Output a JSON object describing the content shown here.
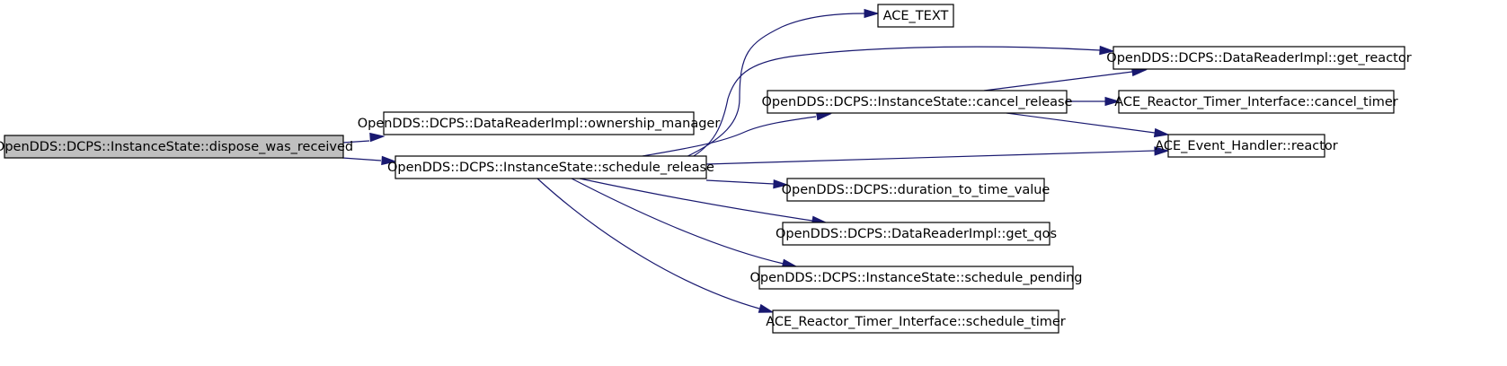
{
  "graph": {
    "edge_color": "#191970",
    "root_fill": "#bfbfbf",
    "nodes": [
      {
        "id": "dispose_was_received",
        "label": "OpenDDS::DCPS::InstanceState::dispose_was_received",
        "root": true
      },
      {
        "id": "ownership_manager",
        "label": "OpenDDS::DCPS::DataReaderImpl::ownership_manager"
      },
      {
        "id": "schedule_release",
        "label": "OpenDDS::DCPS::InstanceState::schedule_release"
      },
      {
        "id": "ace_text",
        "label": "ACE_TEXT"
      },
      {
        "id": "get_reactor",
        "label": "OpenDDS::DCPS::DataReaderImpl::get_reactor"
      },
      {
        "id": "cancel_release",
        "label": "OpenDDS::DCPS::InstanceState::cancel_release"
      },
      {
        "id": "cancel_timer",
        "label": "ACE_Reactor_Timer_Interface::cancel_timer"
      },
      {
        "id": "reactor",
        "label": "ACE_Event_Handler::reactor"
      },
      {
        "id": "duration_to_time_value",
        "label": "OpenDDS::DCPS::duration_to_time_value"
      },
      {
        "id": "get_qos",
        "label": "OpenDDS::DCPS::DataReaderImpl::get_qos"
      },
      {
        "id": "schedule_pending",
        "label": "OpenDDS::DCPS::InstanceState::schedule_pending"
      },
      {
        "id": "schedule_timer",
        "label": "ACE_Reactor_Timer_Interface::schedule_timer"
      }
    ],
    "edges": [
      {
        "from": "dispose_was_received",
        "to": "ownership_manager"
      },
      {
        "from": "dispose_was_received",
        "to": "schedule_release"
      },
      {
        "from": "schedule_release",
        "to": "ace_text"
      },
      {
        "from": "schedule_release",
        "to": "get_reactor"
      },
      {
        "from": "schedule_release",
        "to": "cancel_release"
      },
      {
        "from": "schedule_release",
        "to": "reactor"
      },
      {
        "from": "schedule_release",
        "to": "duration_to_time_value"
      },
      {
        "from": "schedule_release",
        "to": "get_qos"
      },
      {
        "from": "schedule_release",
        "to": "schedule_pending"
      },
      {
        "from": "schedule_release",
        "to": "schedule_timer"
      },
      {
        "from": "cancel_release",
        "to": "get_reactor"
      },
      {
        "from": "cancel_release",
        "to": "cancel_timer"
      },
      {
        "from": "cancel_release",
        "to": "reactor"
      }
    ]
  }
}
